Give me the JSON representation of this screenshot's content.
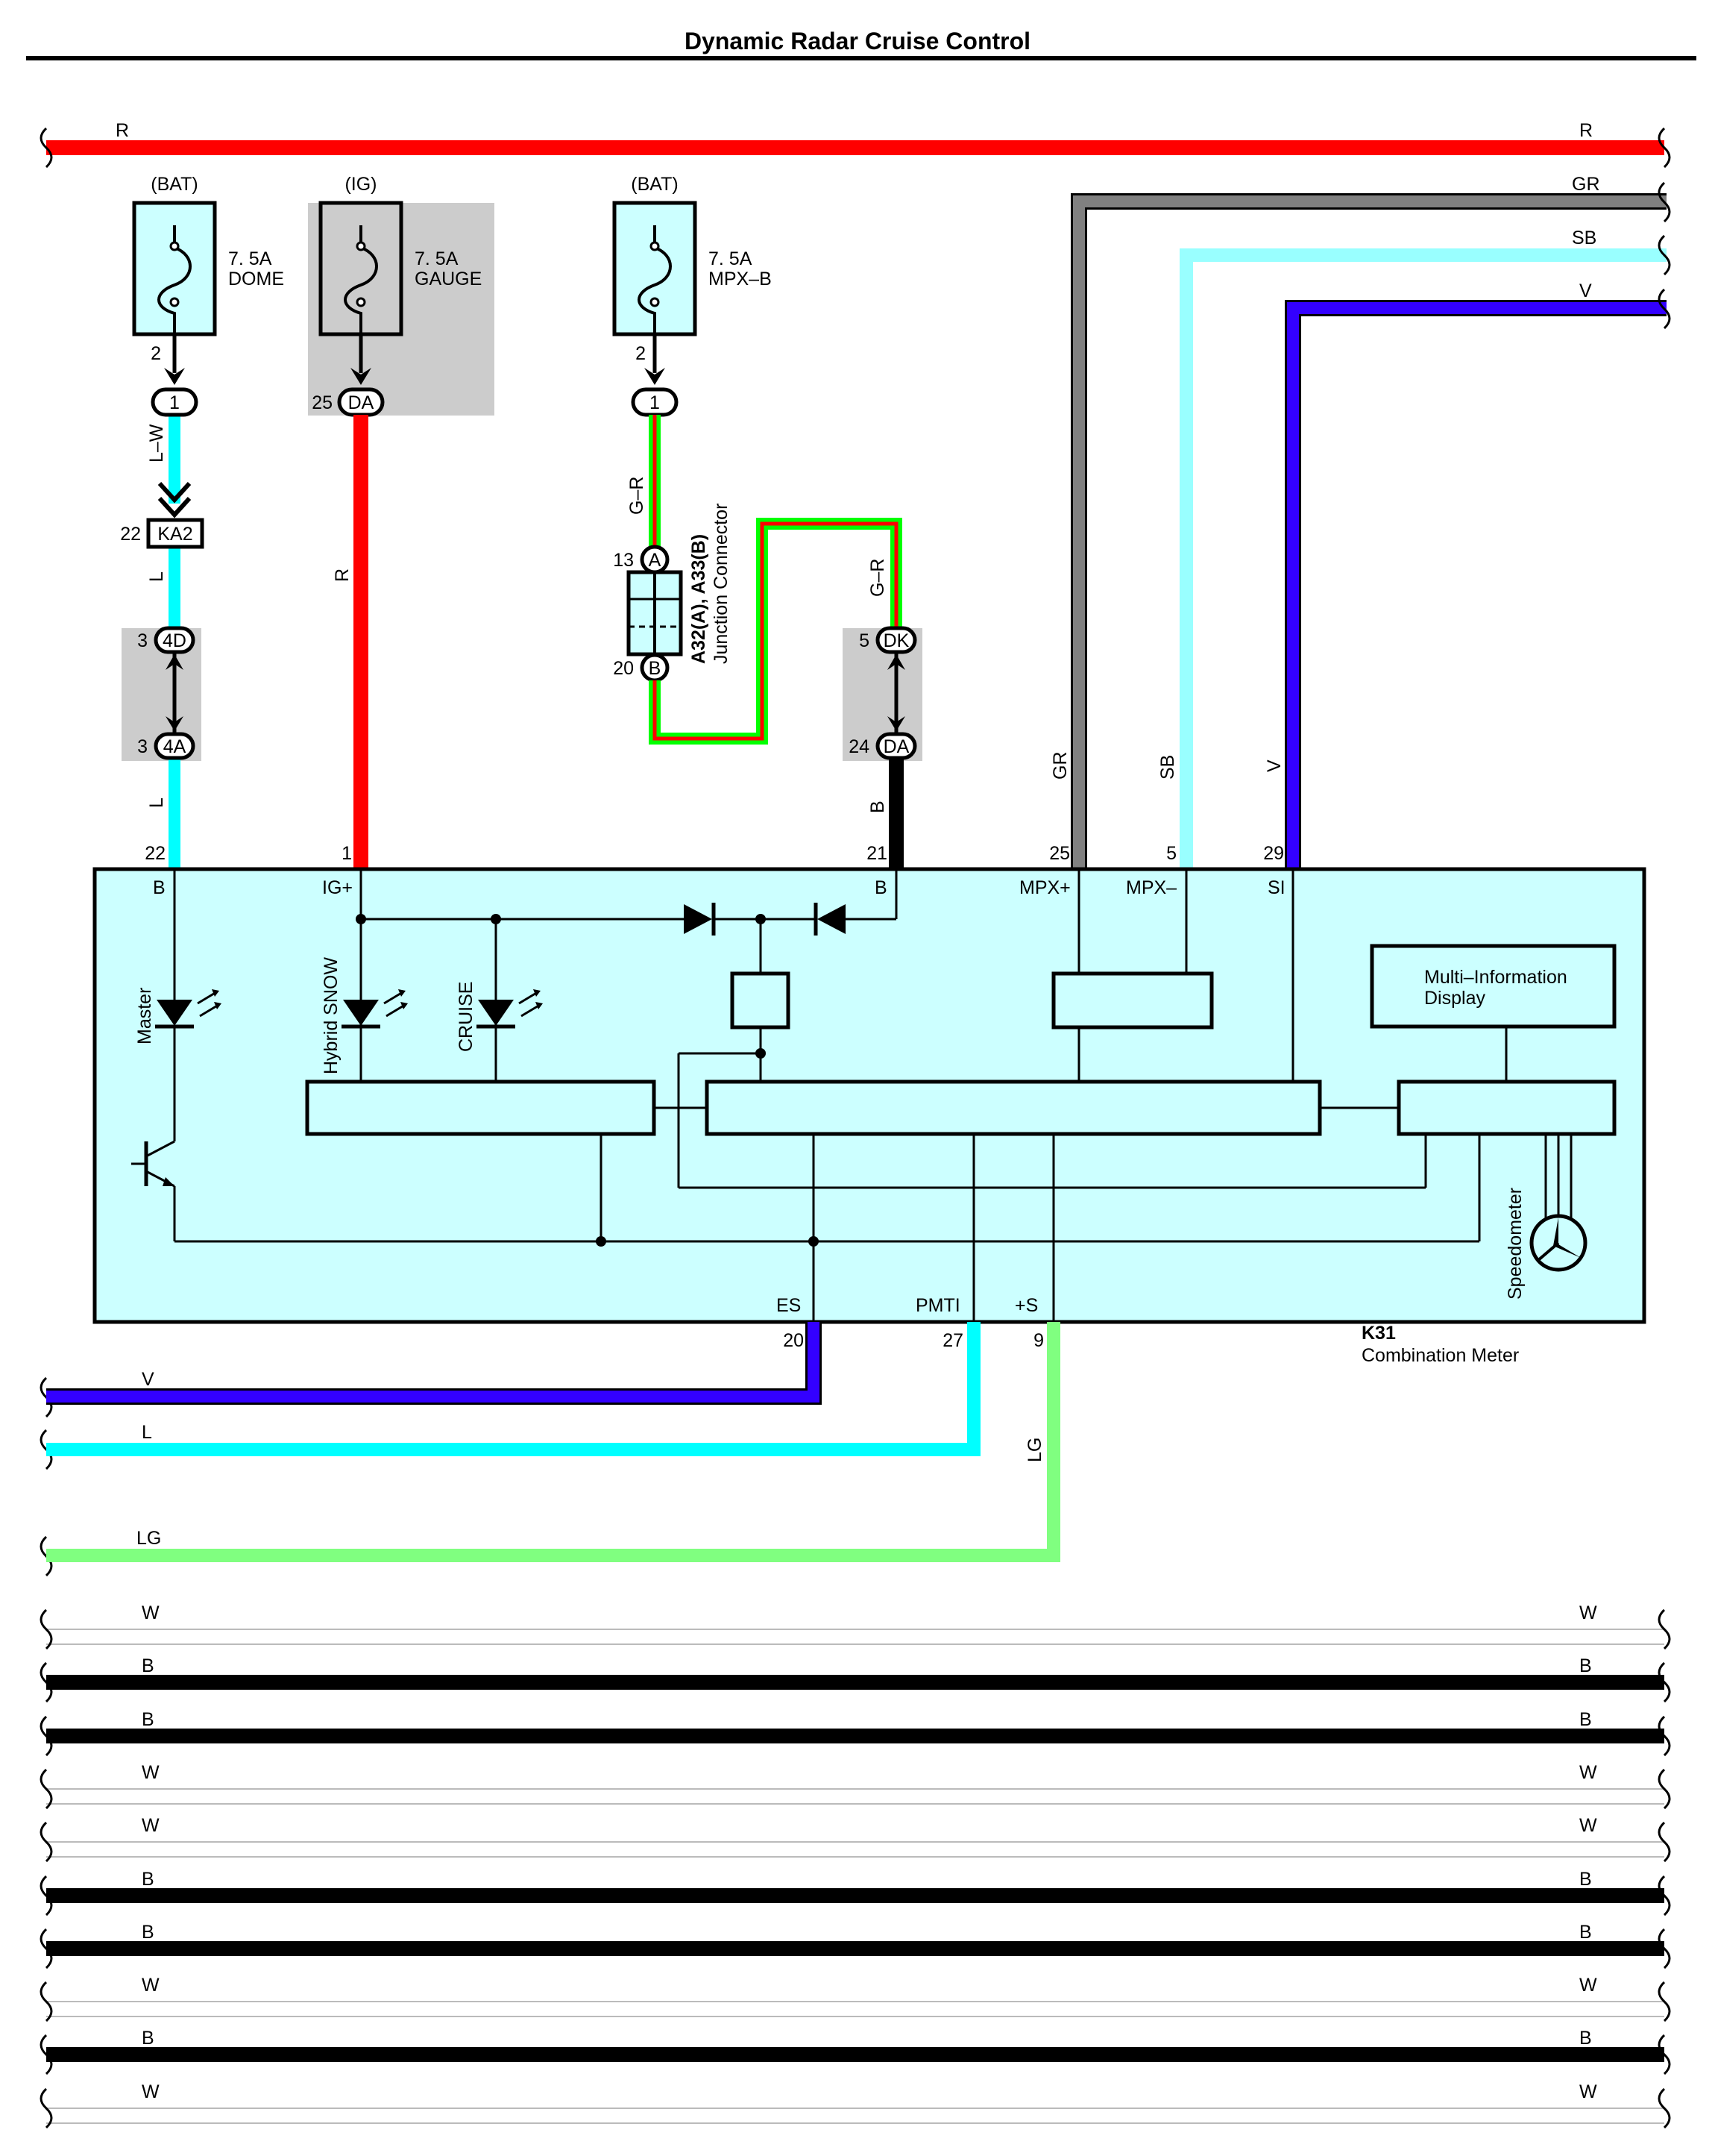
{
  "title": "Dynamic Radar Cruise Control",
  "colors": {
    "R": "#ff0000",
    "GR": "#808080",
    "SB": "#99ffff",
    "V": "#3300ff",
    "L": "#00ffff",
    "LG": "#80ff80",
    "B": "#000000",
    "W": "#ffffff",
    "G": "#00ff00",
    "meter_fill": "#ccffff",
    "fuse_fill": "#ccffff",
    "highlight": "#cccccc"
  },
  "top_wires": {
    "r": {
      "left": "R",
      "right": "R"
    },
    "gr": "GR",
    "sb": "SB",
    "v": "V"
  },
  "fuses": [
    {
      "source": "(BAT)",
      "rating": "7. 5A",
      "name": "DOME",
      "pin": "2",
      "conn": "1"
    },
    {
      "source": "(IG)",
      "rating": "7. 5A",
      "name": "GAUGE",
      "pin": "25",
      "conn": "DA"
    },
    {
      "source": "(BAT)",
      "rating": "7. 5A",
      "name": "MPX–B",
      "pin": "2",
      "conn": "1"
    }
  ],
  "wire_labels": {
    "lw": "L–W",
    "l1": "L",
    "l2": "L",
    "r": "R",
    "gr1": "G–R",
    "gr2": "G–R",
    "b": "B",
    "gr_down": "GR",
    "sb_down": "SB",
    "v_down": "V",
    "lg_down": "LG"
  },
  "connectors": {
    "ka2": {
      "pin": "22",
      "name": "KA2"
    },
    "c4d": {
      "pin": "3",
      "name": "4D"
    },
    "c4a": {
      "pin": "3",
      "name": "4A"
    },
    "cdk": {
      "pin": "5",
      "name": "DK"
    },
    "cda": {
      "pin": "24",
      "name": "DA"
    },
    "ja": {
      "pin": "13",
      "name": "A"
    },
    "jb": {
      "pin": "20",
      "name": "B"
    }
  },
  "junction_connector": {
    "code": "A32(A), A33(B)",
    "name": "Junction Connector"
  },
  "meter": {
    "code": "K31",
    "name": "Combination Meter",
    "top_pins": [
      {
        "num": "22",
        "label": "B"
      },
      {
        "num": "1",
        "label": "IG+"
      },
      {
        "num": "21",
        "label": "B"
      },
      {
        "num": "25",
        "label": "MPX+"
      },
      {
        "num": "5",
        "label": "MPX–"
      },
      {
        "num": "29",
        "label": "SI"
      }
    ],
    "bottom_pins": [
      {
        "num": "20",
        "label": "ES"
      },
      {
        "num": "27",
        "label": "PMTI"
      },
      {
        "num": "9",
        "label": "+S"
      }
    ],
    "leds": [
      "Master",
      "Hybrid SNOW",
      "CRUISE"
    ],
    "display": [
      "Multi–Information",
      "Display"
    ],
    "gauge": "Speedometer"
  },
  "bottom_left_wires": [
    "V",
    "L",
    "LG"
  ],
  "bus_wires": [
    "W",
    "B",
    "B",
    "W",
    "W",
    "B",
    "B",
    "W",
    "B",
    "W"
  ]
}
